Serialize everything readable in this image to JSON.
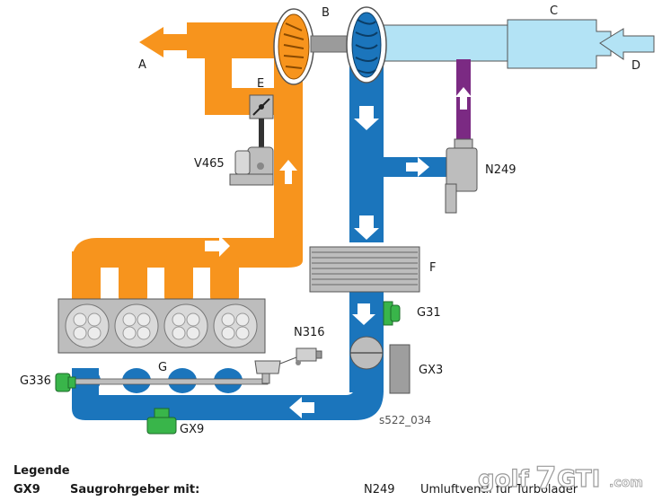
{
  "diagram": {
    "labels": {
      "A": "A",
      "B": "B",
      "C": "C",
      "D": "D",
      "E": "E",
      "F": "F",
      "G": "G",
      "V465": "V465",
      "N249": "N249",
      "N316": "N316",
      "G31": "G31",
      "GX3": "GX3",
      "G336": "G336",
      "GX9": "GX9"
    },
    "figure_code": "s522_034",
    "colors": {
      "exhaust": "#F7941D",
      "charge_air": "#1B75BC",
      "intake": "#B3E3F5",
      "vacuum": "#7B2A83",
      "component_grey": "#BDBDBD",
      "sensor_green": "#39B54A"
    }
  },
  "legend": {
    "title": "Legende",
    "row1": {
      "code": "GX9",
      "text": "Saugrohrgeber mit:",
      "code2": "N249",
      "text2": "Umluftventil für Turbolader"
    }
  },
  "watermark": {
    "text": "golf7gti.com"
  }
}
